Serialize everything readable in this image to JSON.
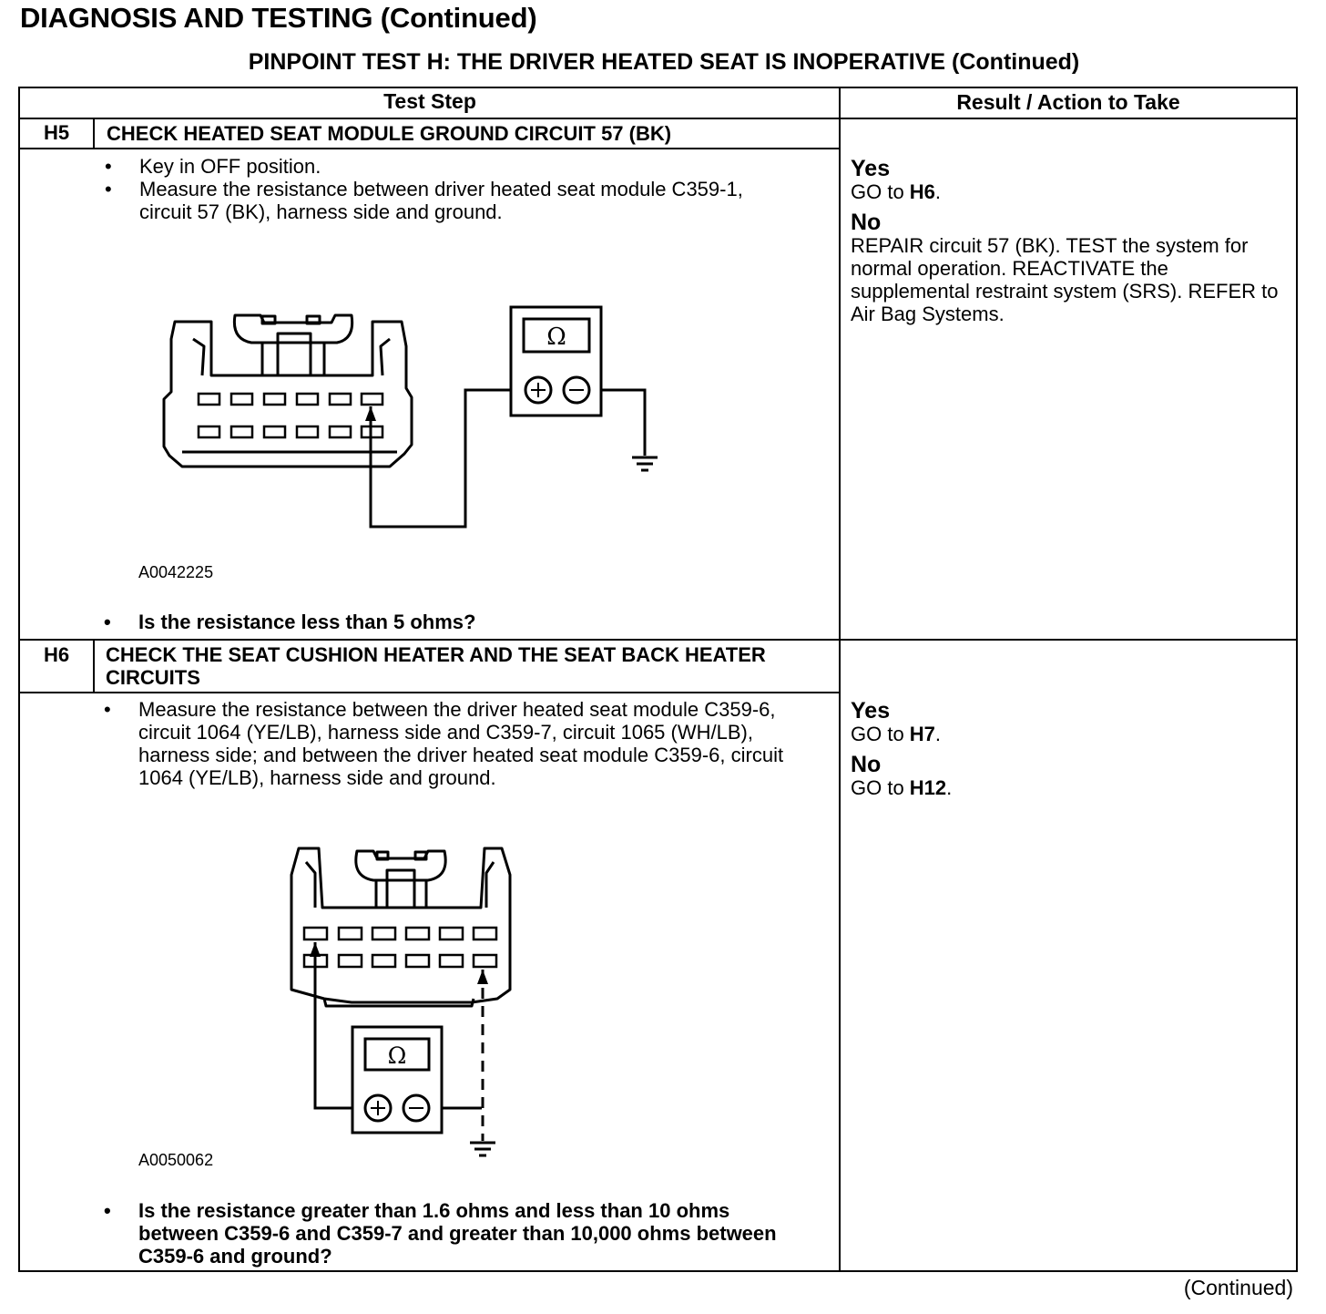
{
  "header": {
    "section_title": "DIAGNOSIS AND TESTING (Continued)",
    "test_title": "PINPOINT TEST  H: THE DRIVER HEATED SEAT IS INOPERATIVE (Continued)"
  },
  "table": {
    "col_headers": {
      "test_step": "Test Step",
      "result": "Result / Action to Take"
    },
    "steps": [
      {
        "id": "H5",
        "title": "CHECK HEATED SEAT MODULE GROUND CIRCUIT 57 (BK)",
        "instructions": [
          "Key in OFF position.",
          "Measure the resistance between driver heated seat module C359-1, circuit 57 (BK), harness side and ground."
        ],
        "figure_id": "A0042225",
        "figure_meter_symbol": "Ω",
        "question": "Is the resistance less than 5 ohms?",
        "results": {
          "yes_label": "Yes",
          "yes_prefix": "GO to ",
          "yes_target": "H6",
          "yes_suffix": ".",
          "no_label": "No",
          "no_text": "REPAIR circuit 57 (BK). TEST the system for normal operation. REACTIVATE the supplemental restraint system (SRS). REFER to Air Bag Systems."
        }
      },
      {
        "id": "H6",
        "title": "CHECK THE SEAT CUSHION HEATER AND THE SEAT BACK HEATER CIRCUITS",
        "instructions": [
          "Measure the resistance between the driver heated seat module C359-6, circuit 1064 (YE/LB), harness side and C359-7, circuit 1065 (WH/LB), harness side; and between the driver heated seat module C359-6, circuit 1064 (YE/LB), harness side and ground."
        ],
        "figure_id": "A0050062",
        "figure_meter_symbol": "Ω",
        "question": "Is the resistance greater than 1.6 ohms and less than 10 ohms between C359-6 and C359-7 and greater than 10,000 ohms between C359-6 and ground?",
        "results": {
          "yes_label": "Yes",
          "yes_prefix": "GO to ",
          "yes_target": "H7",
          "yes_suffix": ".",
          "no_label": "No",
          "no_prefix": "GO to ",
          "no_target": "H12",
          "no_suffix": "."
        }
      }
    ]
  },
  "footer": {
    "continued": "(Continued)"
  }
}
